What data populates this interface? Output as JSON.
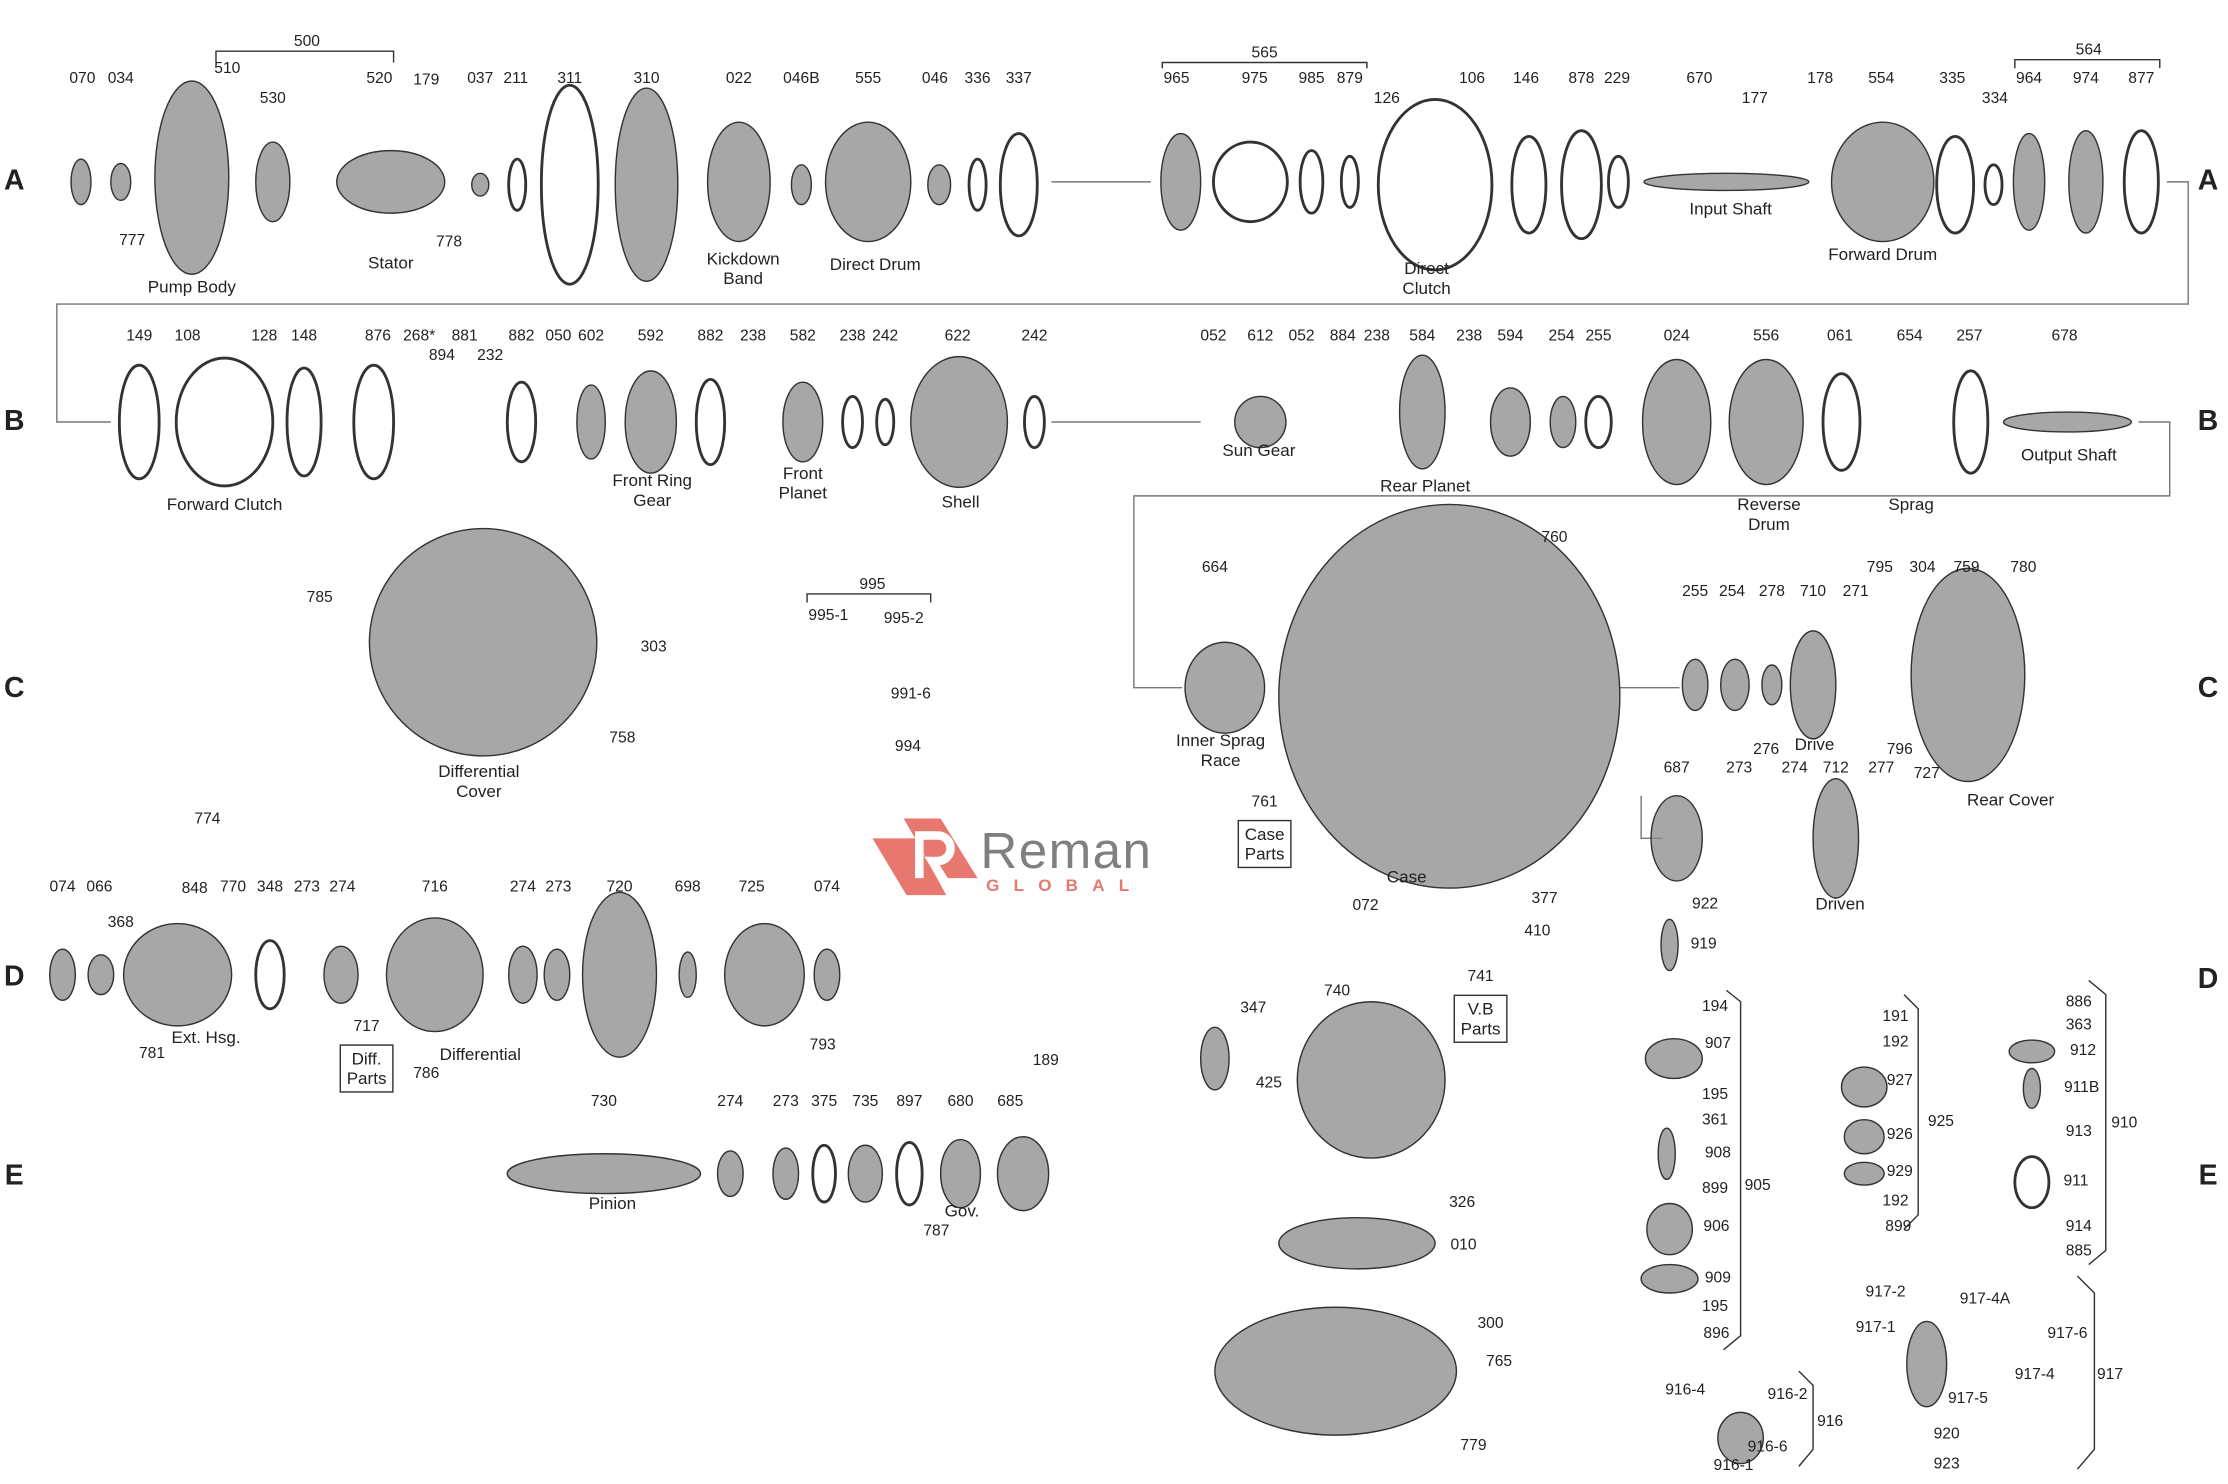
{
  "logo": {
    "name": "Reman",
    "tagline": "GLOBAL",
    "brand_color": "#e8776f",
    "text_color": "#808080"
  },
  "row_letters": [
    "A",
    "B",
    "C",
    "D",
    "E"
  ],
  "callouts": [
    "070",
    "034",
    "500",
    "510",
    "530",
    "520",
    "179",
    "037",
    "211",
    "311",
    "310",
    "022",
    "046B",
    "555",
    "046",
    "336",
    "337",
    "565",
    "965",
    "975",
    "985",
    "879",
    "126",
    "106",
    "146",
    "878",
    "229",
    "670",
    "177",
    "178",
    "554",
    "335",
    "334",
    "964",
    "974",
    "877",
    "564",
    "777",
    "778",
    "149",
    "108",
    "128",
    "148",
    "876",
    "268*",
    "894",
    "881",
    "232",
    "882",
    "050",
    "602",
    "592",
    "882",
    "238",
    "582",
    "238",
    "242",
    "622",
    "242",
    "052",
    "612",
    "052",
    "884",
    "238",
    "584",
    "238",
    "594",
    "254",
    "255",
    "024",
    "556",
    "061",
    "654",
    "257",
    "678",
    "785",
    "303",
    "758",
    "995",
    "995-1",
    "995-2",
    "991-6",
    "994",
    "664",
    "760",
    "255",
    "254",
    "278",
    "710",
    "271",
    "795",
    "304",
    "759",
    "780",
    "687",
    "273",
    "276",
    "274",
    "712",
    "277",
    "796",
    "727",
    "774",
    "074",
    "066",
    "848",
    "770",
    "368",
    "348",
    "273",
    "274",
    "716",
    "274",
    "273",
    "720",
    "698",
    "725",
    "074",
    "781",
    "786",
    "793",
    "730",
    "274",
    "273",
    "375",
    "735",
    "897",
    "680",
    "685",
    "189",
    "787",
    "072",
    "377",
    "410",
    "740",
    "347",
    "425",
    "326",
    "010",
    "300",
    "765",
    "779",
    "922",
    "919",
    "194",
    "907",
    "195",
    "361",
    "908",
    "899",
    "906",
    "909",
    "195",
    "896",
    "905",
    "191",
    "192",
    "927",
    "926",
    "929",
    "192",
    "899",
    "925",
    "886",
    "363",
    "912",
    "911B",
    "913",
    "911",
    "914",
    "885",
    "910",
    "917-2",
    "917-4A",
    "917-1",
    "917-6",
    "917-4",
    "917-5",
    "920",
    "923",
    "917",
    "916-4",
    "916-2",
    "916",
    "916-6",
    "916-1"
  ],
  "names": [
    "Pump Body",
    "Stator",
    "Kickdown\nBand",
    "Direct Drum",
    "Direct\nClutch",
    "Input Shaft",
    "Forward Drum",
    "Forward Clutch",
    "Front Ring\nGear",
    "Front\nPlanet",
    "Shell",
    "Sun Gear",
    "Rear Planet",
    "Reverse\nDrum",
    "Sprag",
    "Output Shaft",
    "Differential\nCover",
    "Inner Sprag\nRace",
    "Drive",
    "Rear Cover",
    "Case",
    "Driven",
    "Ext. Hsg.",
    "Differential",
    "Pinion",
    "Gov."
  ],
  "boxes": [
    {
      "number": "761",
      "label": "Case\nParts"
    },
    {
      "number": "717",
      "label": "Diff.\nParts"
    },
    {
      "number": "741",
      "label": "V.B\nParts"
    }
  ]
}
